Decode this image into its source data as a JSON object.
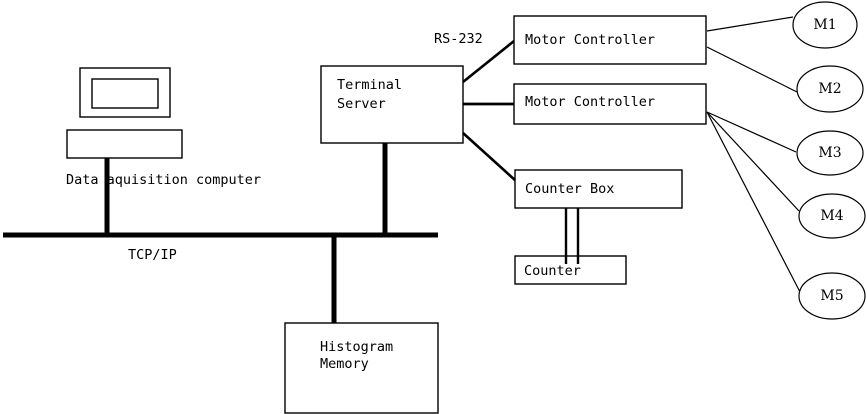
{
  "diagram": {
    "title": "Data acquisition system block diagram",
    "background_color": "#ffffff",
    "line_color": "#000000",
    "bus": {
      "label": "TCP/IP",
      "type": "network-bus"
    },
    "link_labels": {
      "serial": "RS-232"
    },
    "nodes": {
      "workstation": {
        "label": "Data aquisition computer",
        "shape": "computer-monitor-and-base"
      },
      "terminal_server": {
        "line1": "Terminal",
        "line2": "Server",
        "shape": "rectangle"
      },
      "motor_controller_1": {
        "label": "Motor Controller",
        "shape": "rectangle"
      },
      "motor_controller_2": {
        "label": "Motor Controller",
        "shape": "rectangle"
      },
      "counter_box": {
        "label": "Counter Box",
        "shape": "rectangle"
      },
      "counter": {
        "label": "Counter",
        "shape": "rectangle"
      },
      "histogram_memory": {
        "line1": "Histogram",
        "line2": "Memory",
        "shape": "rectangle"
      }
    },
    "motors": [
      {
        "id": "m1",
        "label": "M1"
      },
      {
        "id": "m2",
        "label": "M2"
      },
      {
        "id": "m3",
        "label": "M3"
      },
      {
        "id": "m4",
        "label": "M4"
      },
      {
        "id": "m5",
        "label": "M5"
      }
    ]
  }
}
